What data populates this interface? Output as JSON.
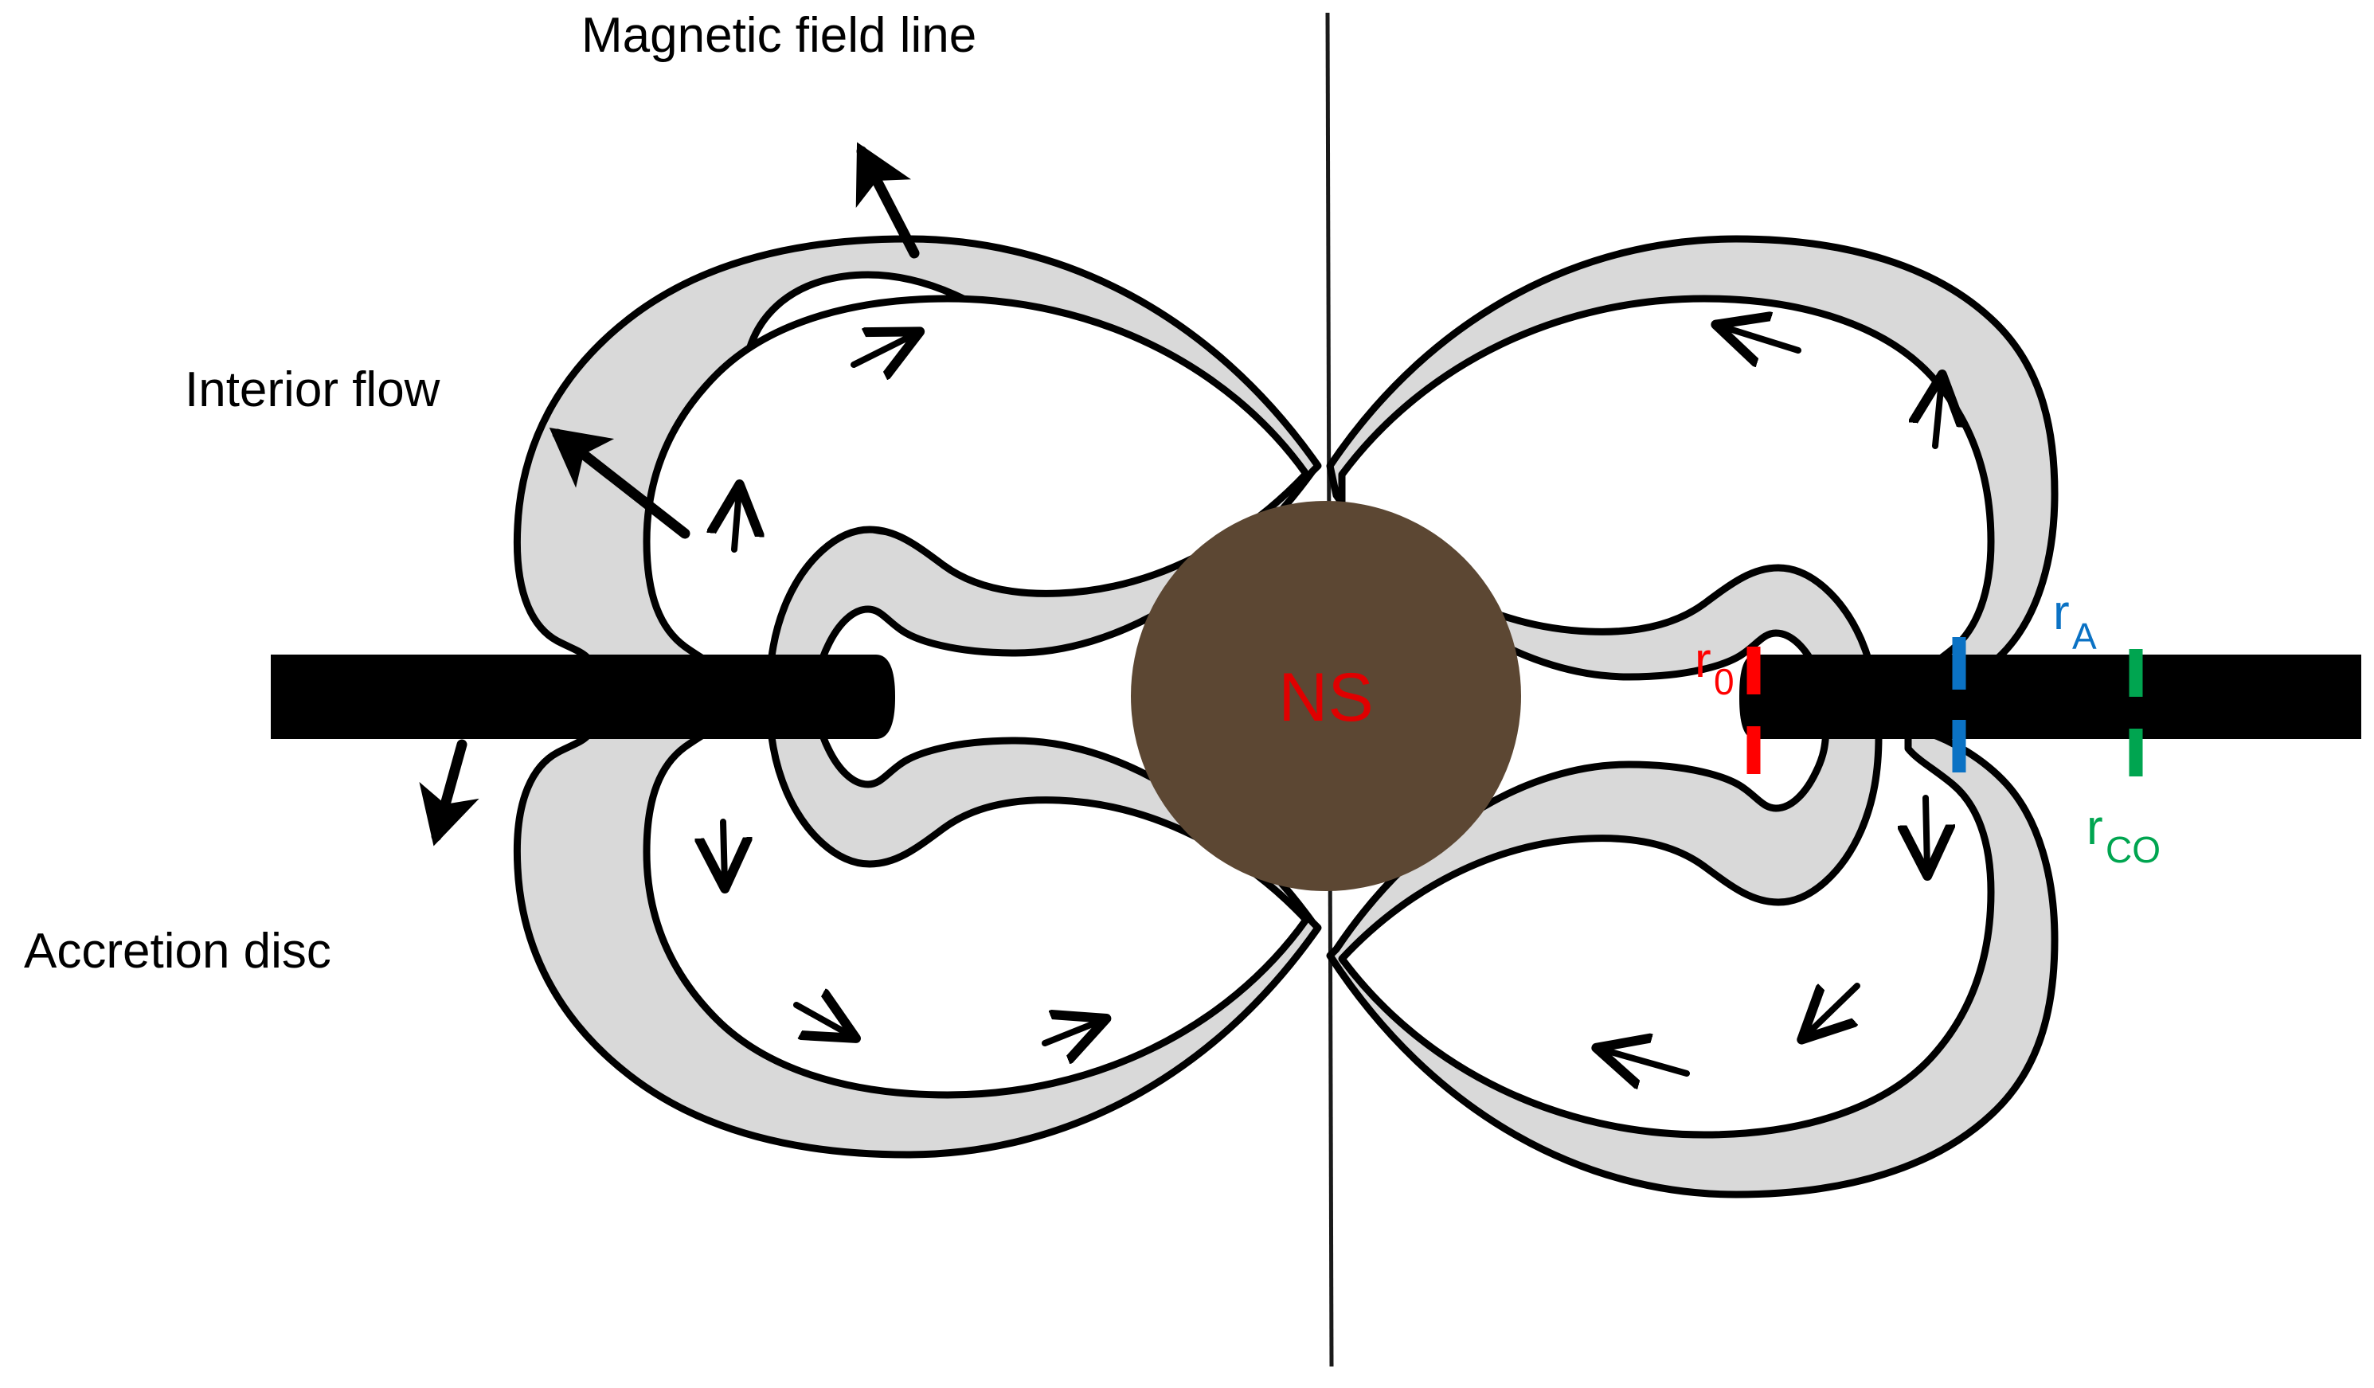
{
  "figure": {
    "title_present": false,
    "background_color": "#ffffff"
  },
  "labels": {
    "magnetic_field_line": "Magnetic field line",
    "interior_flow": "Interior flow",
    "accretion_disc": "Accretion disc",
    "neutron_star": "NS"
  },
  "radii": {
    "inner": {
      "symbol": "r",
      "subscript": "0",
      "full": "r0",
      "color": "#FF0000"
    },
    "alfven": {
      "symbol": "r",
      "subscript": "A",
      "full": "rA",
      "color": "#0B72C4"
    },
    "corotation": {
      "symbol": "r",
      "subscript": "CO",
      "full": "rCO",
      "color": "#00A550"
    }
  },
  "colors": {
    "neutron_star_fill": "#5C4733",
    "neutron_star_label": "#E00000",
    "magnetosphere_fill": "#D9D9D9",
    "magnetosphere_stroke": "#000000",
    "accretion_disc_fill": "#000000",
    "axis_line": "#1a1a1a",
    "label_text": "#000000"
  },
  "flow_arrows": {
    "left_lobe": [
      {
        "name": "left-lobe-upper-inner-arrow",
        "direction": "up"
      },
      {
        "name": "left-lobe-top-arrow",
        "direction": "up-right"
      },
      {
        "name": "left-lobe-lower-inner-arrow",
        "direction": "down"
      },
      {
        "name": "left-lobe-bottom-left-arrow",
        "direction": "down-right"
      },
      {
        "name": "left-lobe-bottom-right-arrow",
        "direction": "up-right"
      }
    ],
    "right_lobe": [
      {
        "name": "right-lobe-top-arrow",
        "direction": "left"
      },
      {
        "name": "right-lobe-upper-outer-arrow",
        "direction": "up"
      },
      {
        "name": "right-lobe-lower-outer-arrow",
        "direction": "down"
      },
      {
        "name": "right-lobe-bottom-right-arrow",
        "direction": "down-left"
      },
      {
        "name": "right-lobe-bottom-left-arrow",
        "direction": "left"
      }
    ]
  },
  "callout_arrows": {
    "magnetic_field_line": {
      "direction": "up-left",
      "target": "left-lobe-outer-edge"
    },
    "interior_flow": {
      "direction": "up-left",
      "target": "left-lobe-interior"
    },
    "accretion_disc": {
      "direction": "down-left",
      "target": "left-disc-underside"
    }
  }
}
